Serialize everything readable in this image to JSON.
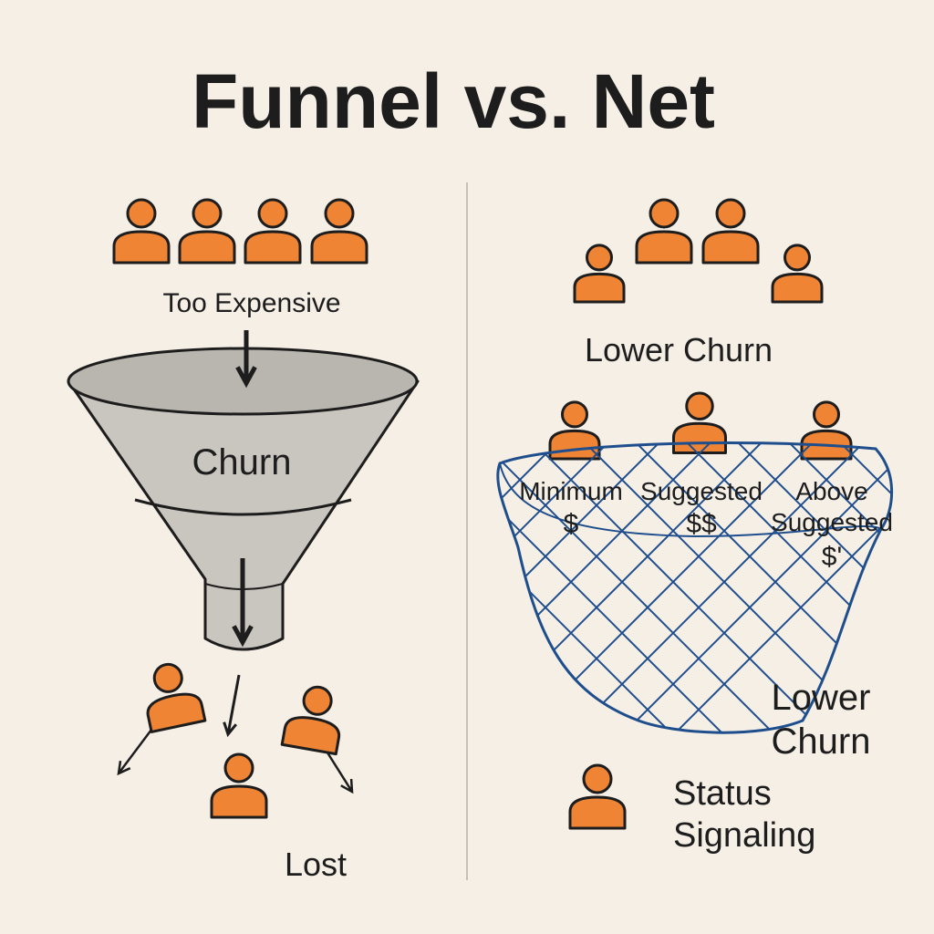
{
  "title": "Funnel vs. Net",
  "colors": {
    "background": "#f5efe6",
    "person": "#ee8434",
    "outline": "#1d1d1d",
    "funnel": "#c9c5bf",
    "funnel_rim": "#b9b5af",
    "net": "#1f4e8c",
    "divider": "#c6c1b9"
  },
  "funnel_side": {
    "top_label": "Too Expensive",
    "funnel_label": "Churn",
    "bottom_label": "Lost"
  },
  "net_side": {
    "top_label": "Lower Churn",
    "tiers": [
      {
        "name": "Minimum",
        "price": "$"
      },
      {
        "name": "Suggested",
        "price": "$$"
      },
      {
        "name": "Above\nSuggested",
        "price": "$'"
      }
    ],
    "net_label": "Lower\nChurn",
    "status_label": "Status\nSignaling"
  },
  "icons": {
    "person": "person-icon",
    "arrow": "arrow-down-icon",
    "funnel": "funnel-icon",
    "net": "net-icon"
  }
}
